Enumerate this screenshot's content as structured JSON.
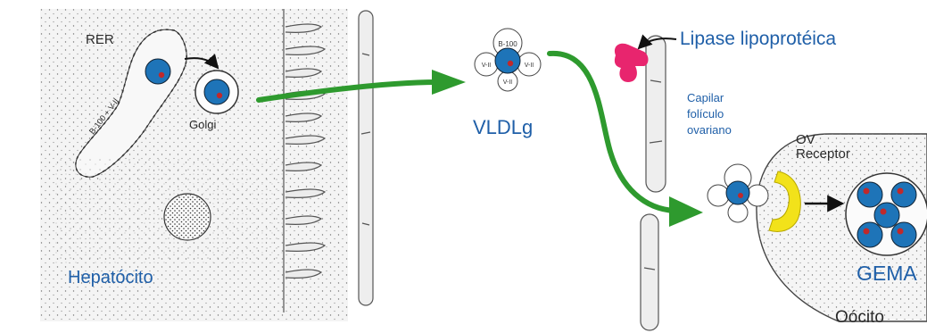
{
  "labels": {
    "rer": "RER",
    "golgi": "Golgi",
    "b100_vii": "B-100 + V-II",
    "hepatocito": "Hepatócito",
    "vldlg": "VLDLg",
    "lipase": "Lipase lipoprotéica",
    "capilar": [
      "Capilar",
      "folículo",
      "ovariano"
    ],
    "ov": "OV",
    "receptor": "Receptor",
    "gema": "GEMA",
    "oocito": "Oócito"
  },
  "particle_labels": {
    "top": "B-100",
    "left": "V-II",
    "right": "V-II",
    "bottom": "V-II"
  },
  "colors": {
    "arrow_green": "#2e9a2e",
    "lipase_pink": "#e8256e",
    "receptor_yellow": "#f2e21a",
    "lipoprotein_blue": "#1e74b8",
    "core_red": "#c0292b",
    "label_blue": "#1f5fa8"
  }
}
